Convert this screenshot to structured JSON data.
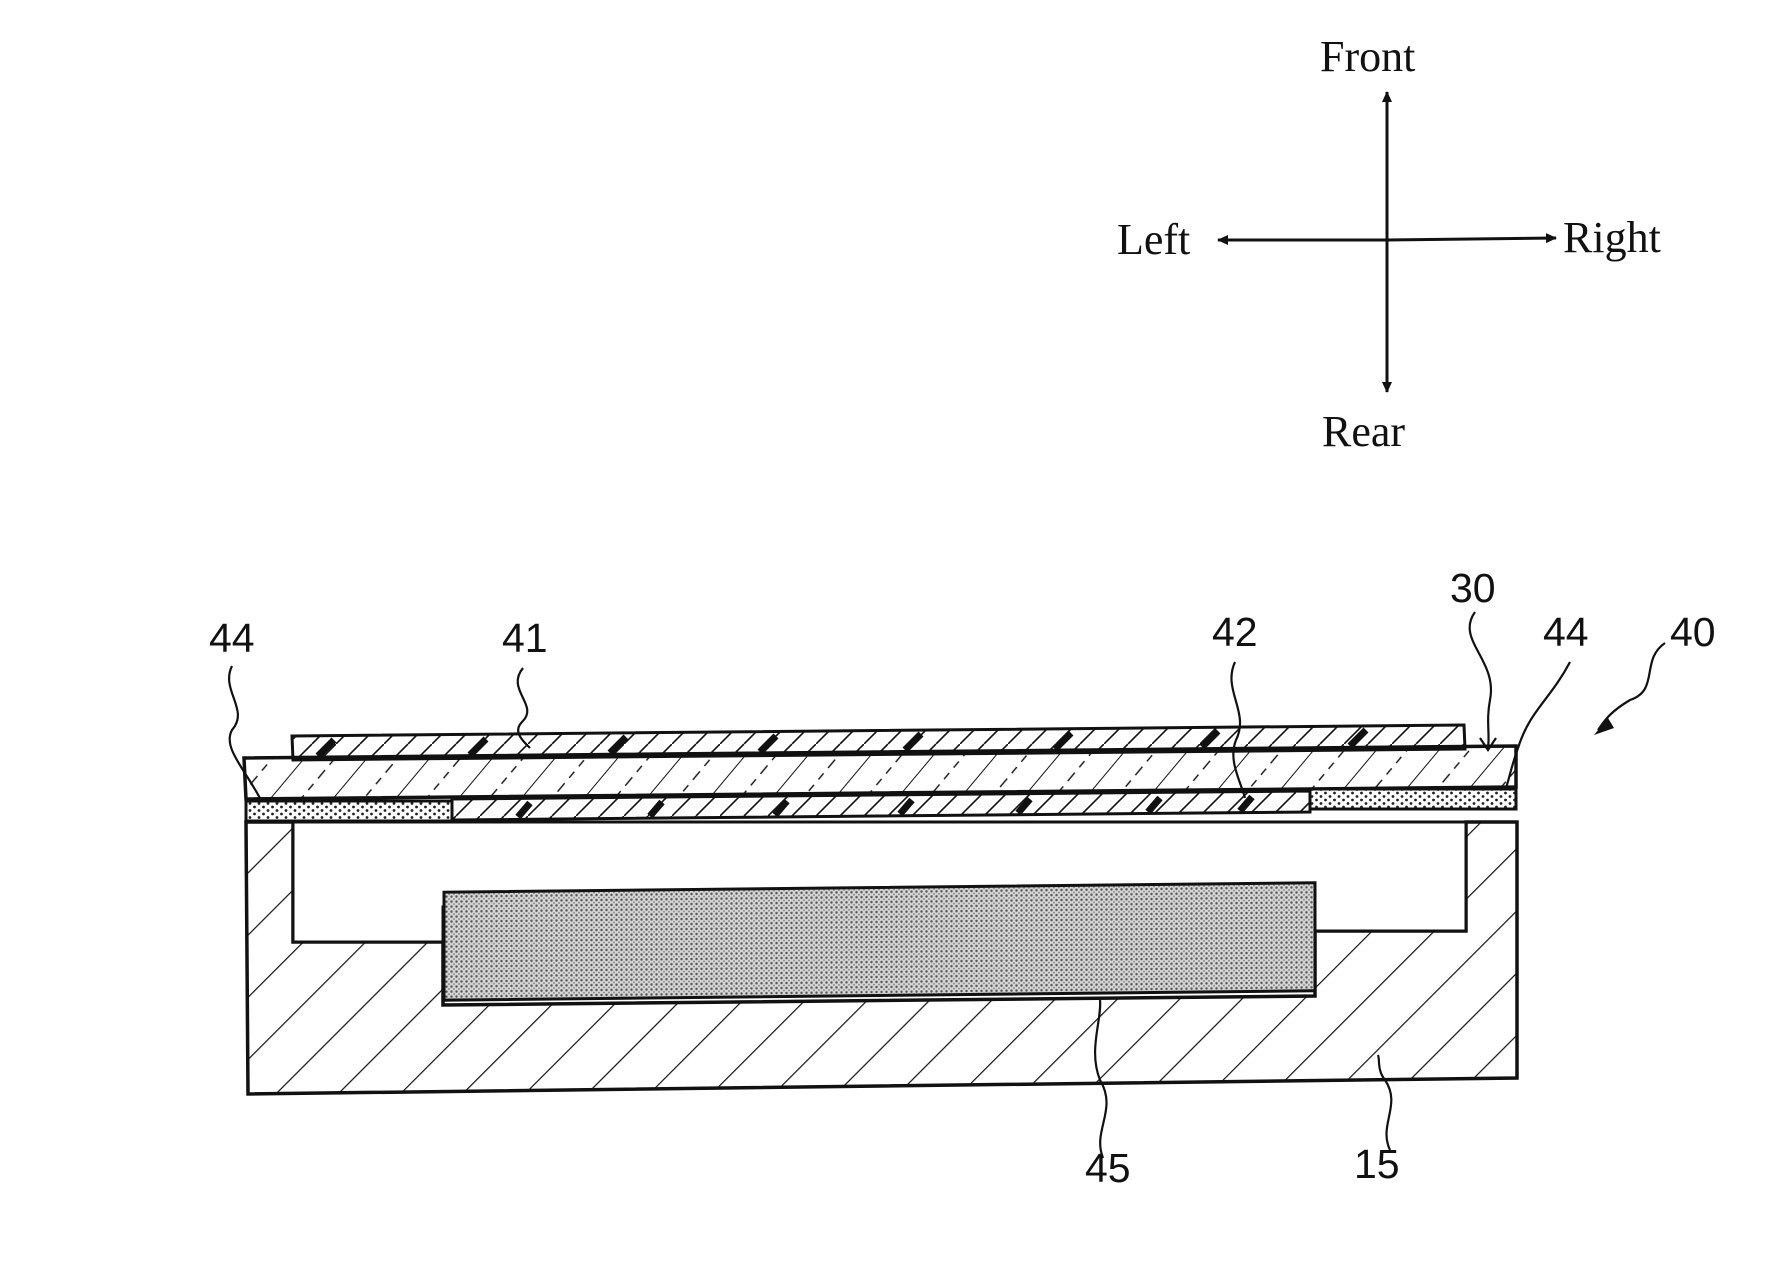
{
  "directions": {
    "front": "Front",
    "rear": "Rear",
    "left": "Left",
    "right": "Right"
  },
  "references": {
    "ref_44_left": "44",
    "ref_41": "41",
    "ref_42": "42",
    "ref_30": "30",
    "ref_44_right": "44",
    "ref_40": "40",
    "ref_45": "45",
    "ref_15": "15"
  }
}
